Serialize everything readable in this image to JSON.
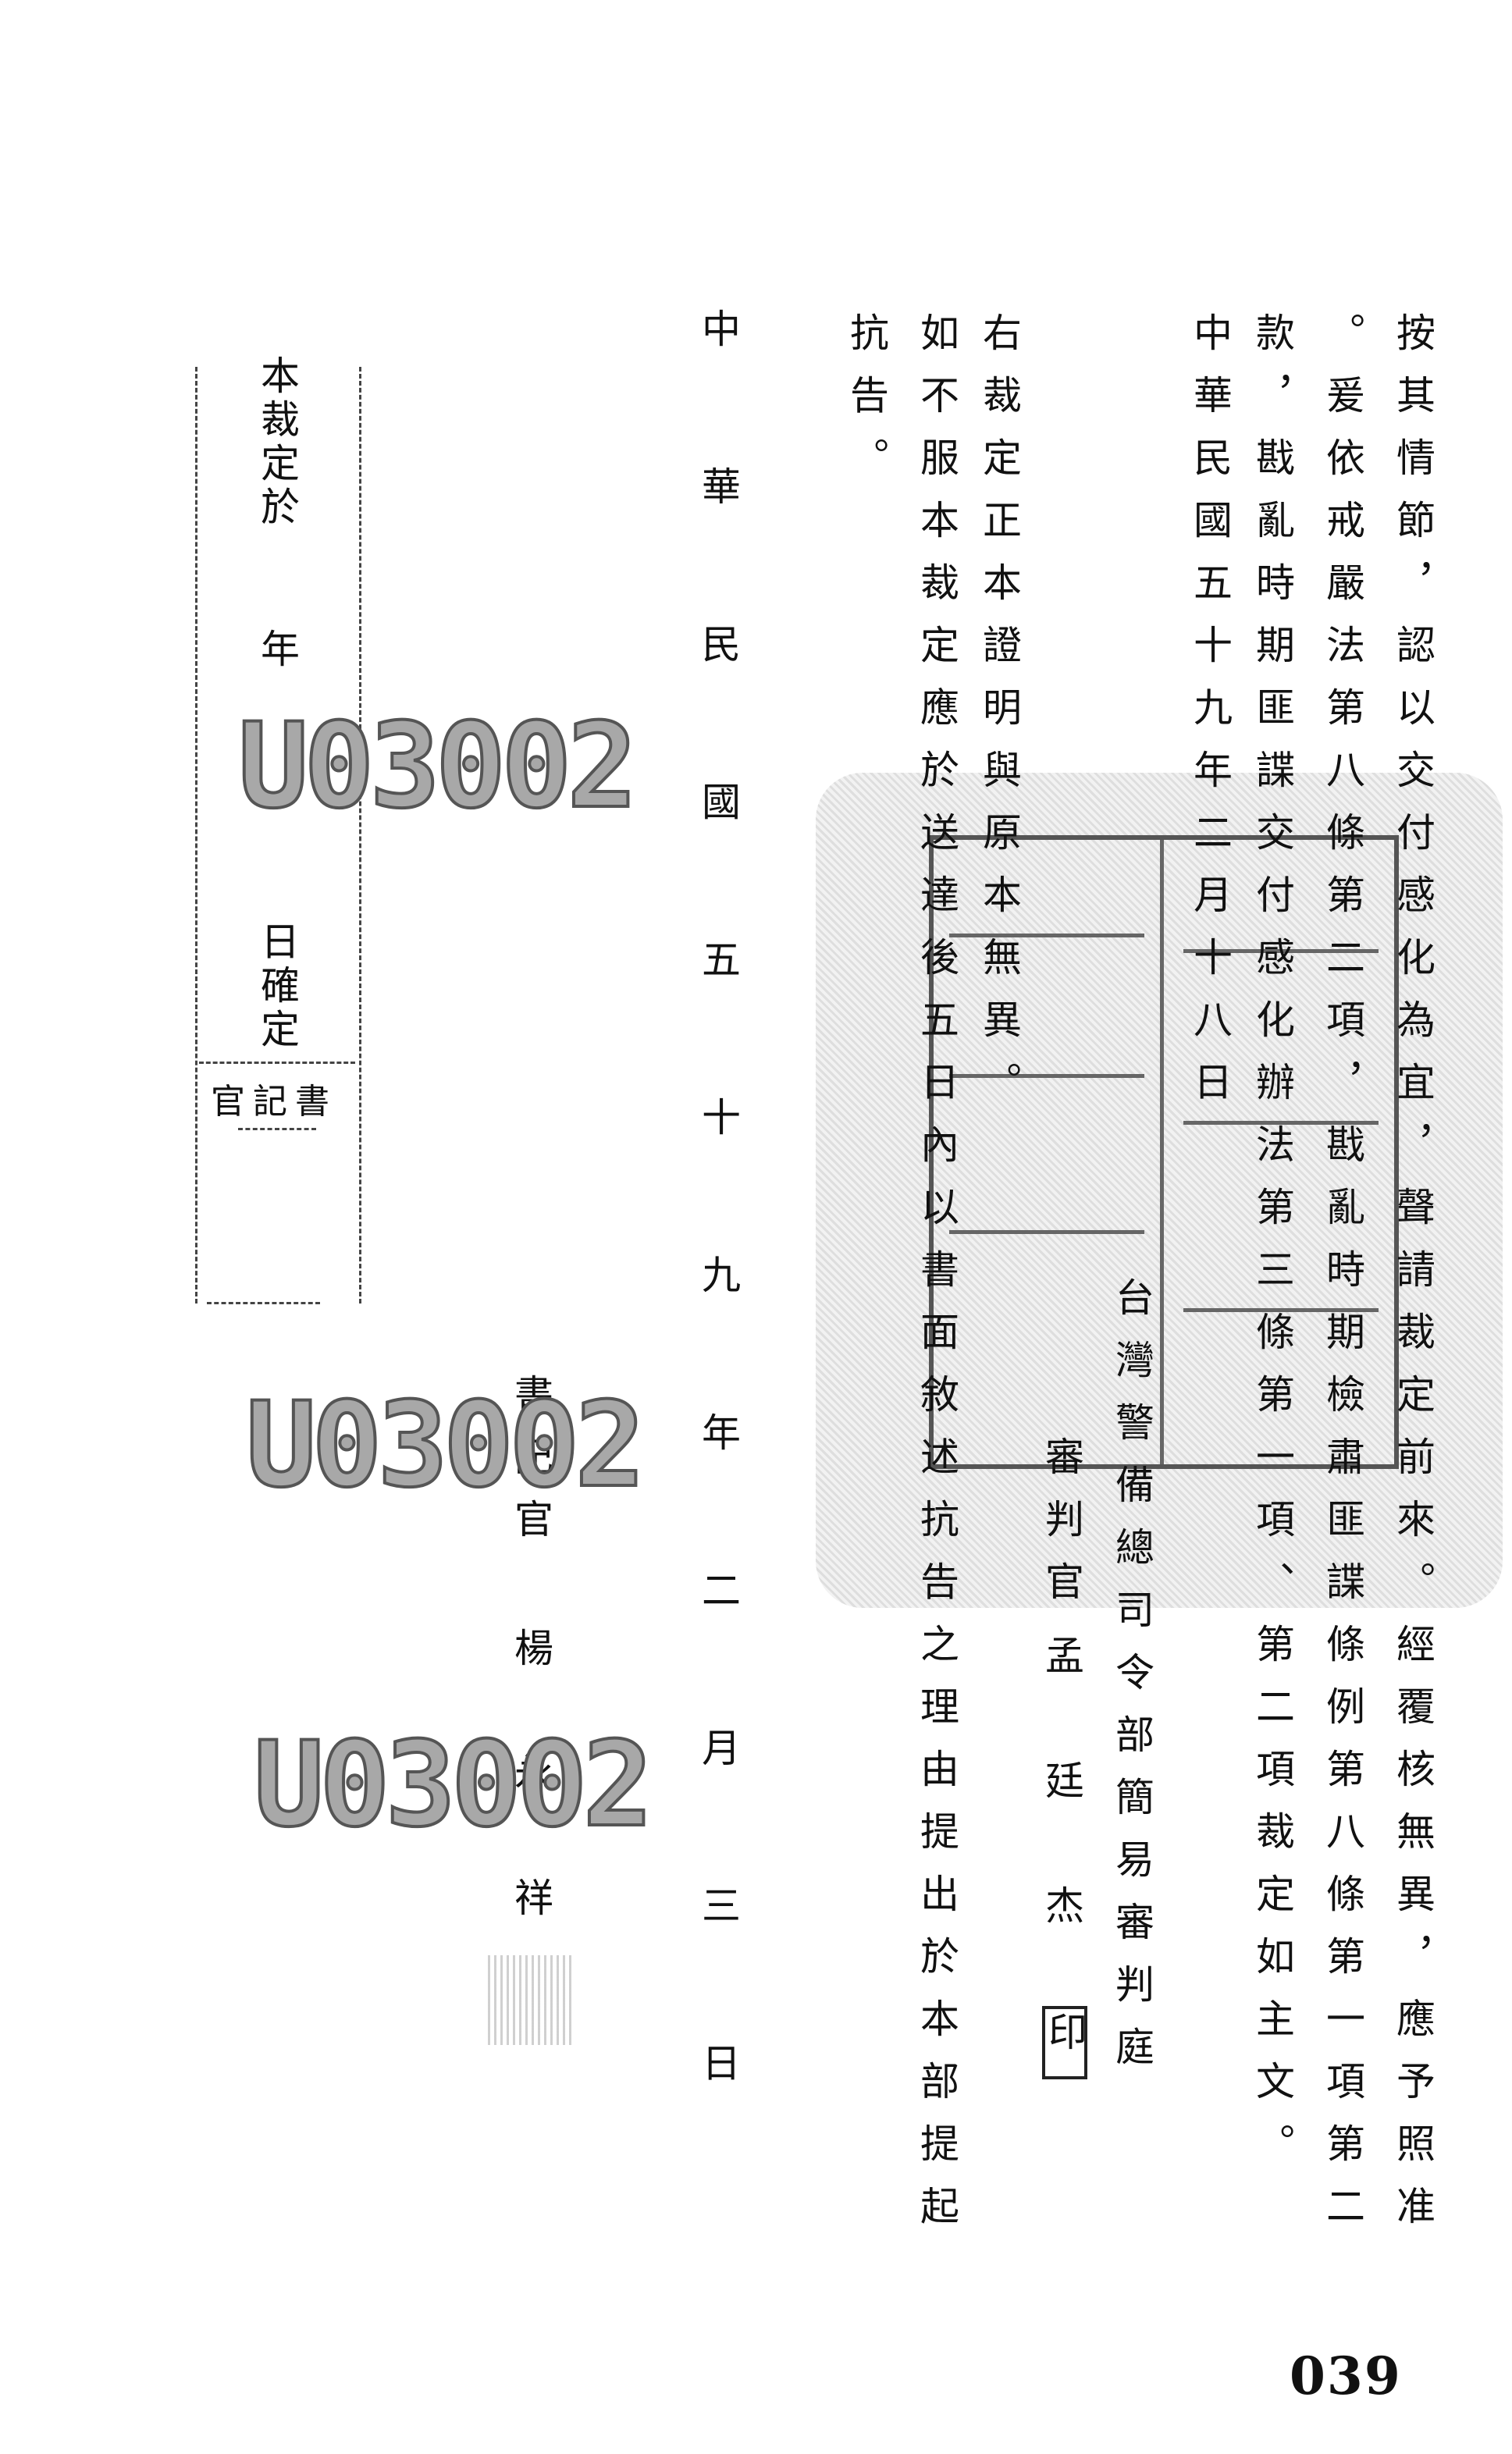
{
  "body_text": {
    "col1": "按其情節，認以交付感化為宜，聲請裁定前來。經覆核無異，應予照准",
    "col2": "。爰依戒嚴法第八條第二項，戡亂時期檢肅匪諜條例第八條第一項第二",
    "col3": "款，戡亂時期匪諜交付感化辦法第三條第一項、第二項裁定如主文。"
  },
  "issuing": {
    "date": "中華民國五十九年二月十八日",
    "court": "台灣警備總司令部簡易審判庭",
    "judge_title": "審判官",
    "judge_name": "孟廷杰",
    "judge_seal": "印"
  },
  "certification": {
    "copy_note": "右裁定正本證明與原本無異。",
    "appeal_note": "如不服本裁定應於送達後五日內以書面敘述抗告之理由提出於本部提起",
    "appeal_note_end": "抗告。"
  },
  "copy_date": "中華民國五十九年二月三日",
  "clerk": {
    "title": "書記官",
    "name": "楊永祥"
  },
  "finality_box": {
    "line1": "本裁定於",
    "year": "年",
    "line2": "日確定",
    "clerk_label": "書記官"
  },
  "watermarks": [
    "U03002",
    "U03002",
    "U03002"
  ],
  "page_number": "039"
}
